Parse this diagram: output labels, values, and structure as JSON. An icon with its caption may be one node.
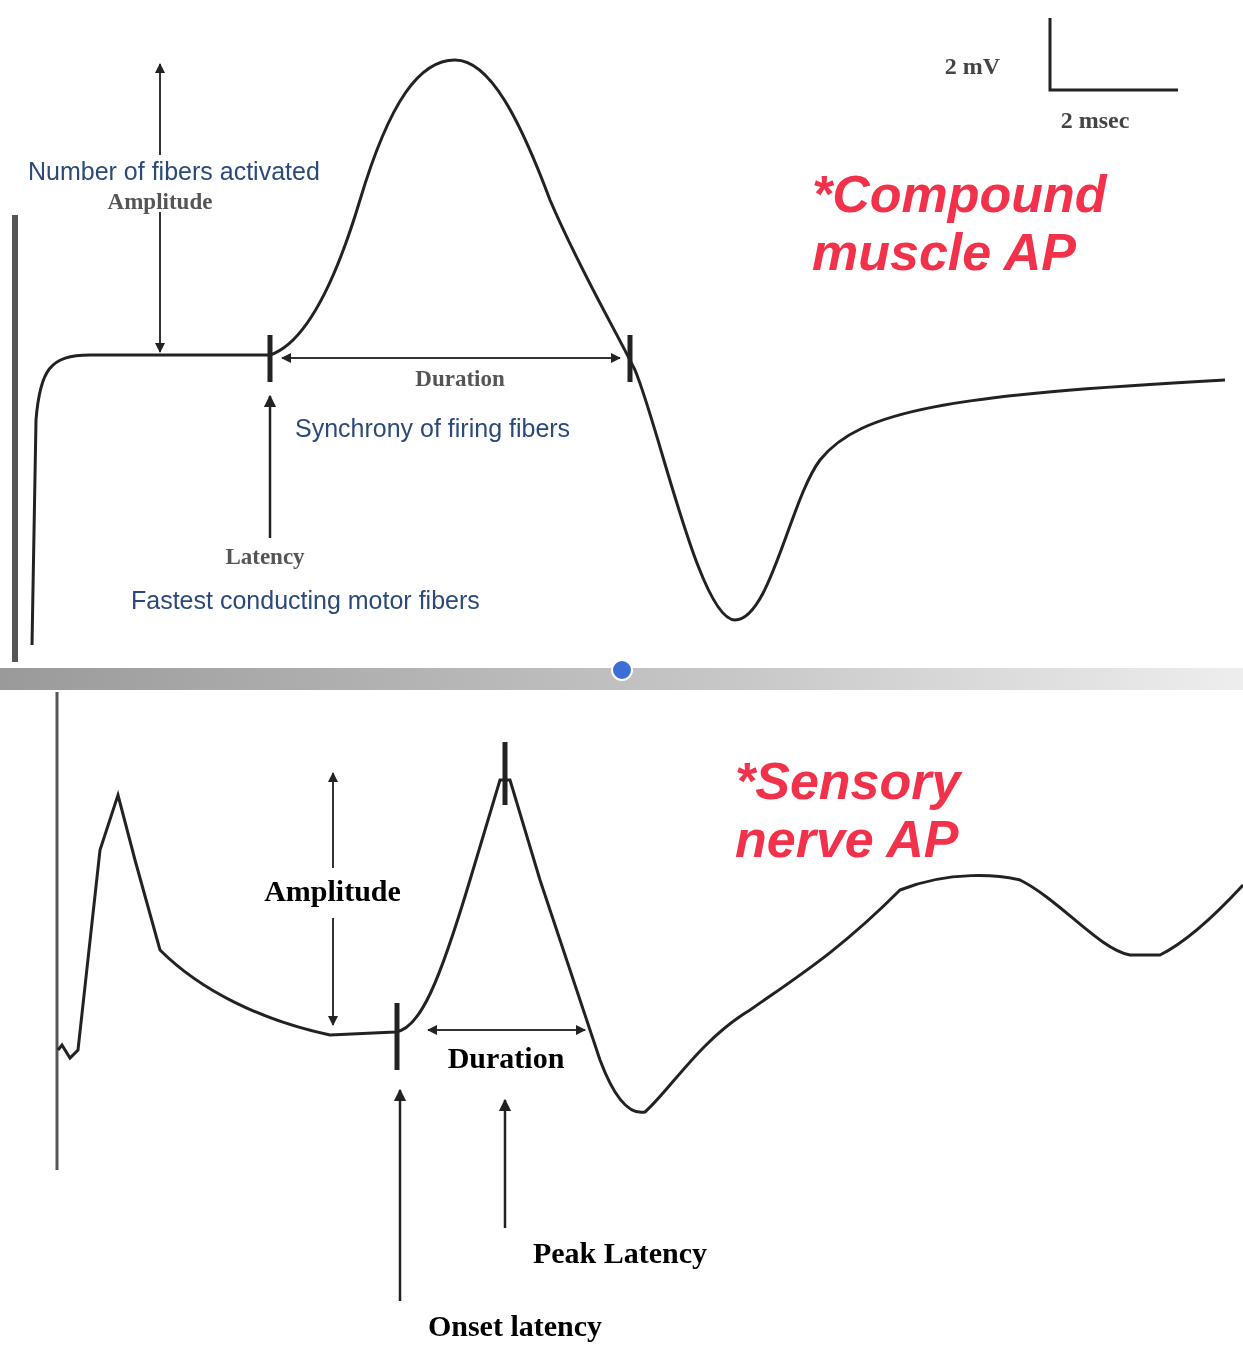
{
  "diagram": {
    "nodes": [
      {
        "text": [
          "Latency"
        ]
      },
      {
        "text": [
          "Peak Latency"
        ]
      },
      {
        "text": [
          "Onset latency"
        ]
      }
    ],
    "edges": [
      {
        "from": 0,
        "to": null,
        "arrow": "to"
      },
      {
        "from": 1,
        "to": null,
        "arrow": "to"
      },
      {
        "from": 2,
        "to": null,
        "arrow": "to"
      }
    ],
    "labels": [
      "2 mV",
      "2 msec",
      "Number of fibers activated",
      "Amplitude",
      "*Compound muscle AP",
      "Duration",
      "Synchrony of firing fibers",
      "Fastest conducting motor fibers",
      "*Sensory nerve AP",
      "Amplitude",
      "Duration"
    ]
  }
}
